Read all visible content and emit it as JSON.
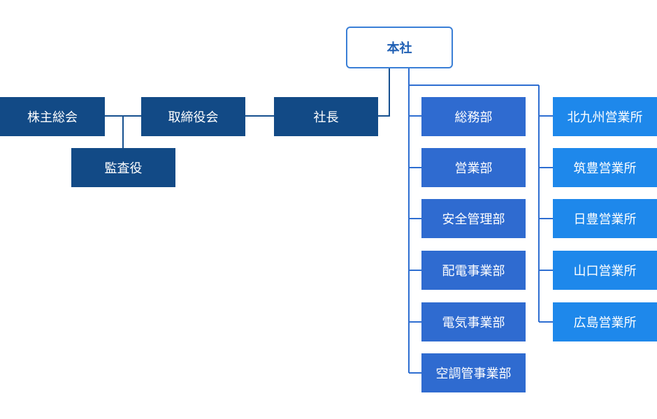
{
  "root": {
    "label": "本社"
  },
  "governance": {
    "shareholders": "株主総会",
    "auditor": "監査役",
    "board": "取締役会",
    "president": "社長"
  },
  "departments": [
    "総務部",
    "営業部",
    "安全管理部",
    "配電事業部",
    "電気事業部",
    "空調管事業部"
  ],
  "offices": [
    "北九州営業所",
    "筑豊営業所",
    "日豊営業所",
    "山口営業所",
    "広島営業所"
  ],
  "colors": {
    "governance": "#124a86",
    "departments": "#2f6bd0",
    "offices": "#1e88eb",
    "root_border": "#3a7fd6",
    "root_text": "#1f5fb4"
  }
}
